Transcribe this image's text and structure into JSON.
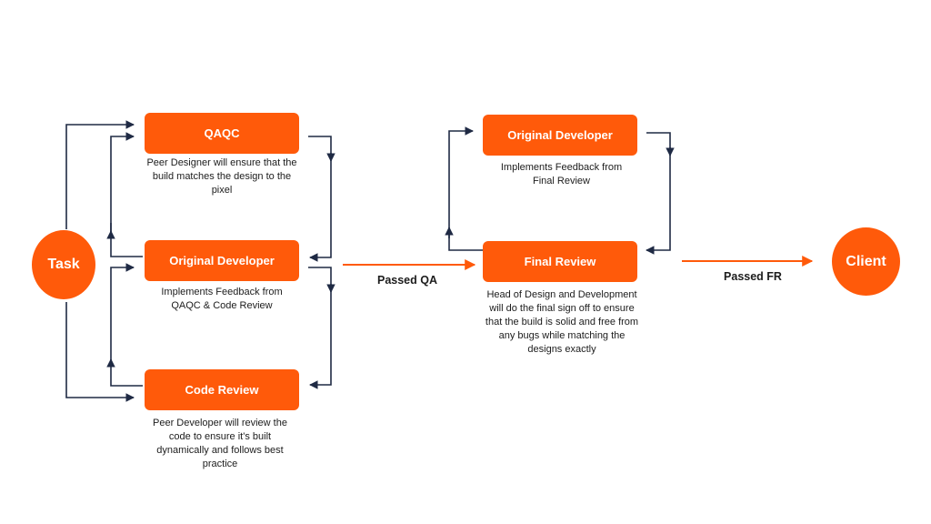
{
  "colors": {
    "accent": "#ff5a0a",
    "connector": "#1f2a44",
    "text": "#1c1c1c"
  },
  "nodes": {
    "task": "Task",
    "qaqc": {
      "title": "QAQC",
      "description": "Peer Designer will ensure that the build matches the design to the pixel"
    },
    "original_developer_1": {
      "title": "Original Developer",
      "description": "Implements Feedback from QAQC & Code Review"
    },
    "code_review": {
      "title": "Code Review",
      "description": "Peer Developer will review the code to ensure it's built dynamically and follows best practice"
    },
    "original_developer_2": {
      "title": "Original Developer",
      "description": "Implements Feedback from Final Review"
    },
    "final_review": {
      "title": "Final Review",
      "description": "Head of Design and Development will do the final sign off to ensure that the build is solid and free from any bugs while matching the designs exactly"
    },
    "client": "Client"
  },
  "edges": {
    "passed_qa": "Passed QA",
    "passed_fr": "Passed FR"
  }
}
